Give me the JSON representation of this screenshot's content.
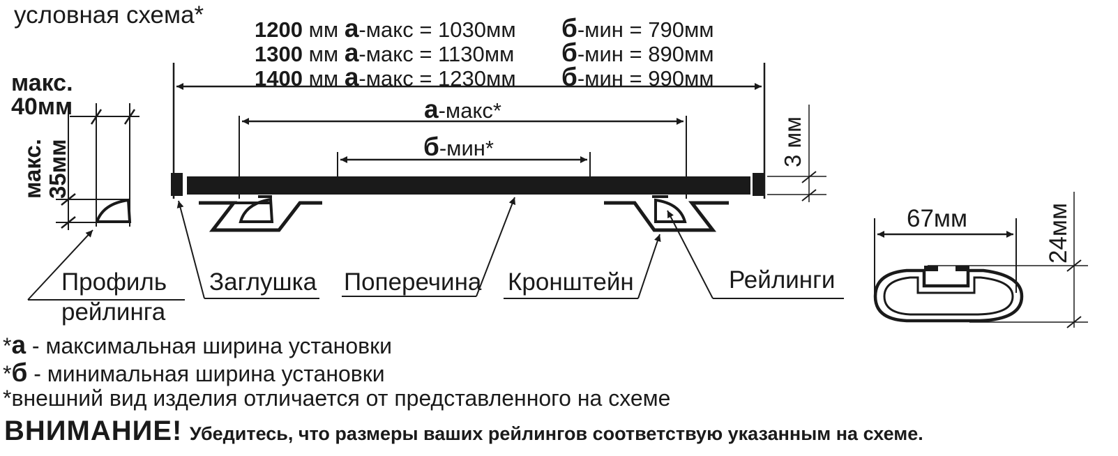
{
  "title": "условная схема*",
  "specs": [
    {
      "length": "1200",
      "unit": "мм",
      "a_key": "а",
      "a_text": "-макс = 1030мм",
      "b_key": "б",
      "b_text": "-мин = 790мм"
    },
    {
      "length": "1300",
      "unit": "мм",
      "a_key": "а",
      "a_text": "-макс = 1130мм",
      "b_key": "б",
      "b_text": "-мин = 890мм"
    },
    {
      "length": "1400",
      "unit": "мм",
      "a_key": "а",
      "a_text": "-макс = 1230мм",
      "b_key": "б",
      "b_text": "-мин = 990мм"
    }
  ],
  "profile": {
    "max_label": "макс.",
    "width": "40мм",
    "height_max": "макс.",
    "height": "35мм"
  },
  "dims": {
    "a_key": "а",
    "a_text": "-макс*",
    "b_key": "б",
    "b_text": "-мин*",
    "thickness": "3 мм"
  },
  "parts": {
    "profile_1": "Профиль",
    "profile_2": "рейлинга",
    "plug": "Заглушка",
    "crossbar": "Поперечина",
    "bracket": "Кронштейн",
    "rails": "Рейлинги"
  },
  "cross_section": {
    "width": "67мм",
    "height": "24мм"
  },
  "notes": [
    {
      "star": "*",
      "key": "а",
      "text": " - максимальная ширина установки"
    },
    {
      "star": "*",
      "key": "б",
      "text": " - минимальная ширина установки"
    },
    {
      "star": "*",
      "key": "",
      "text": "внешний вид изделия отличается от представленного на схеме"
    }
  ],
  "warning": {
    "title": "ВНИМАНИЕ!",
    "text": "Убедитесь, что размеры ваших рейлингов соответствую указанным на схеме."
  },
  "colors": {
    "ink": "#1a1a1a",
    "background": "#ffffff"
  }
}
